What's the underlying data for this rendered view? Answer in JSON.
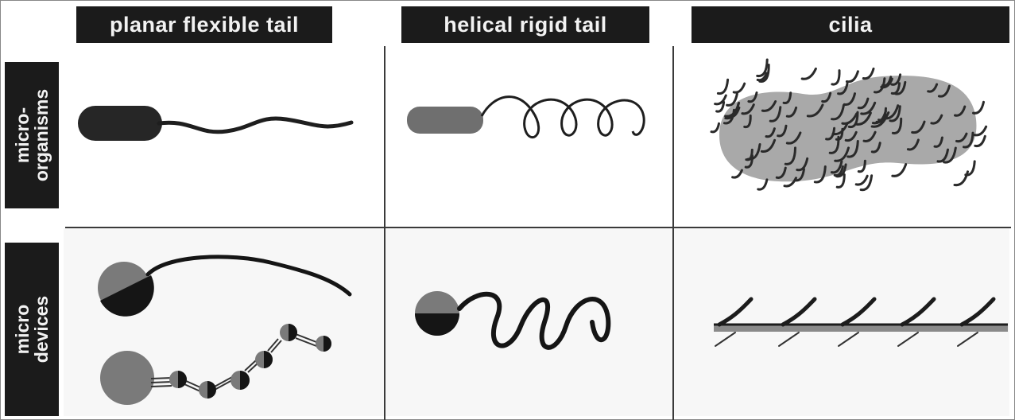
{
  "columns": [
    {
      "label": "planar flexible tail"
    },
    {
      "label": "helical rigid tail"
    },
    {
      "label": "cilia"
    }
  ],
  "rows": [
    {
      "line1": "micro-",
      "line2": "organisms"
    },
    {
      "line1": "micro",
      "line2": "devices"
    }
  ],
  "colors": {
    "header_bg": "#1b1b1b",
    "header_text": "#f2f2f2",
    "dark_fill": "#2b2b2b",
    "gray_fill": "#7a7a7a",
    "cilia_body": "#a9a9a9",
    "stroke": "#111111"
  },
  "icons": {
    "organism_flagellum_planar": "planar-flexible-tail-organism-icon",
    "organism_flagellum_helical": "helical-rigid-tail-organism-icon",
    "organism_ciliate": "ciliated-organism-icon",
    "device_planar": "planar-flexible-tail-device-icon",
    "device_chain": "bead-chain-swimmer-icon",
    "device_helical": "helical-rigid-tail-device-icon",
    "device_cilia": "artificial-cilia-icon"
  }
}
